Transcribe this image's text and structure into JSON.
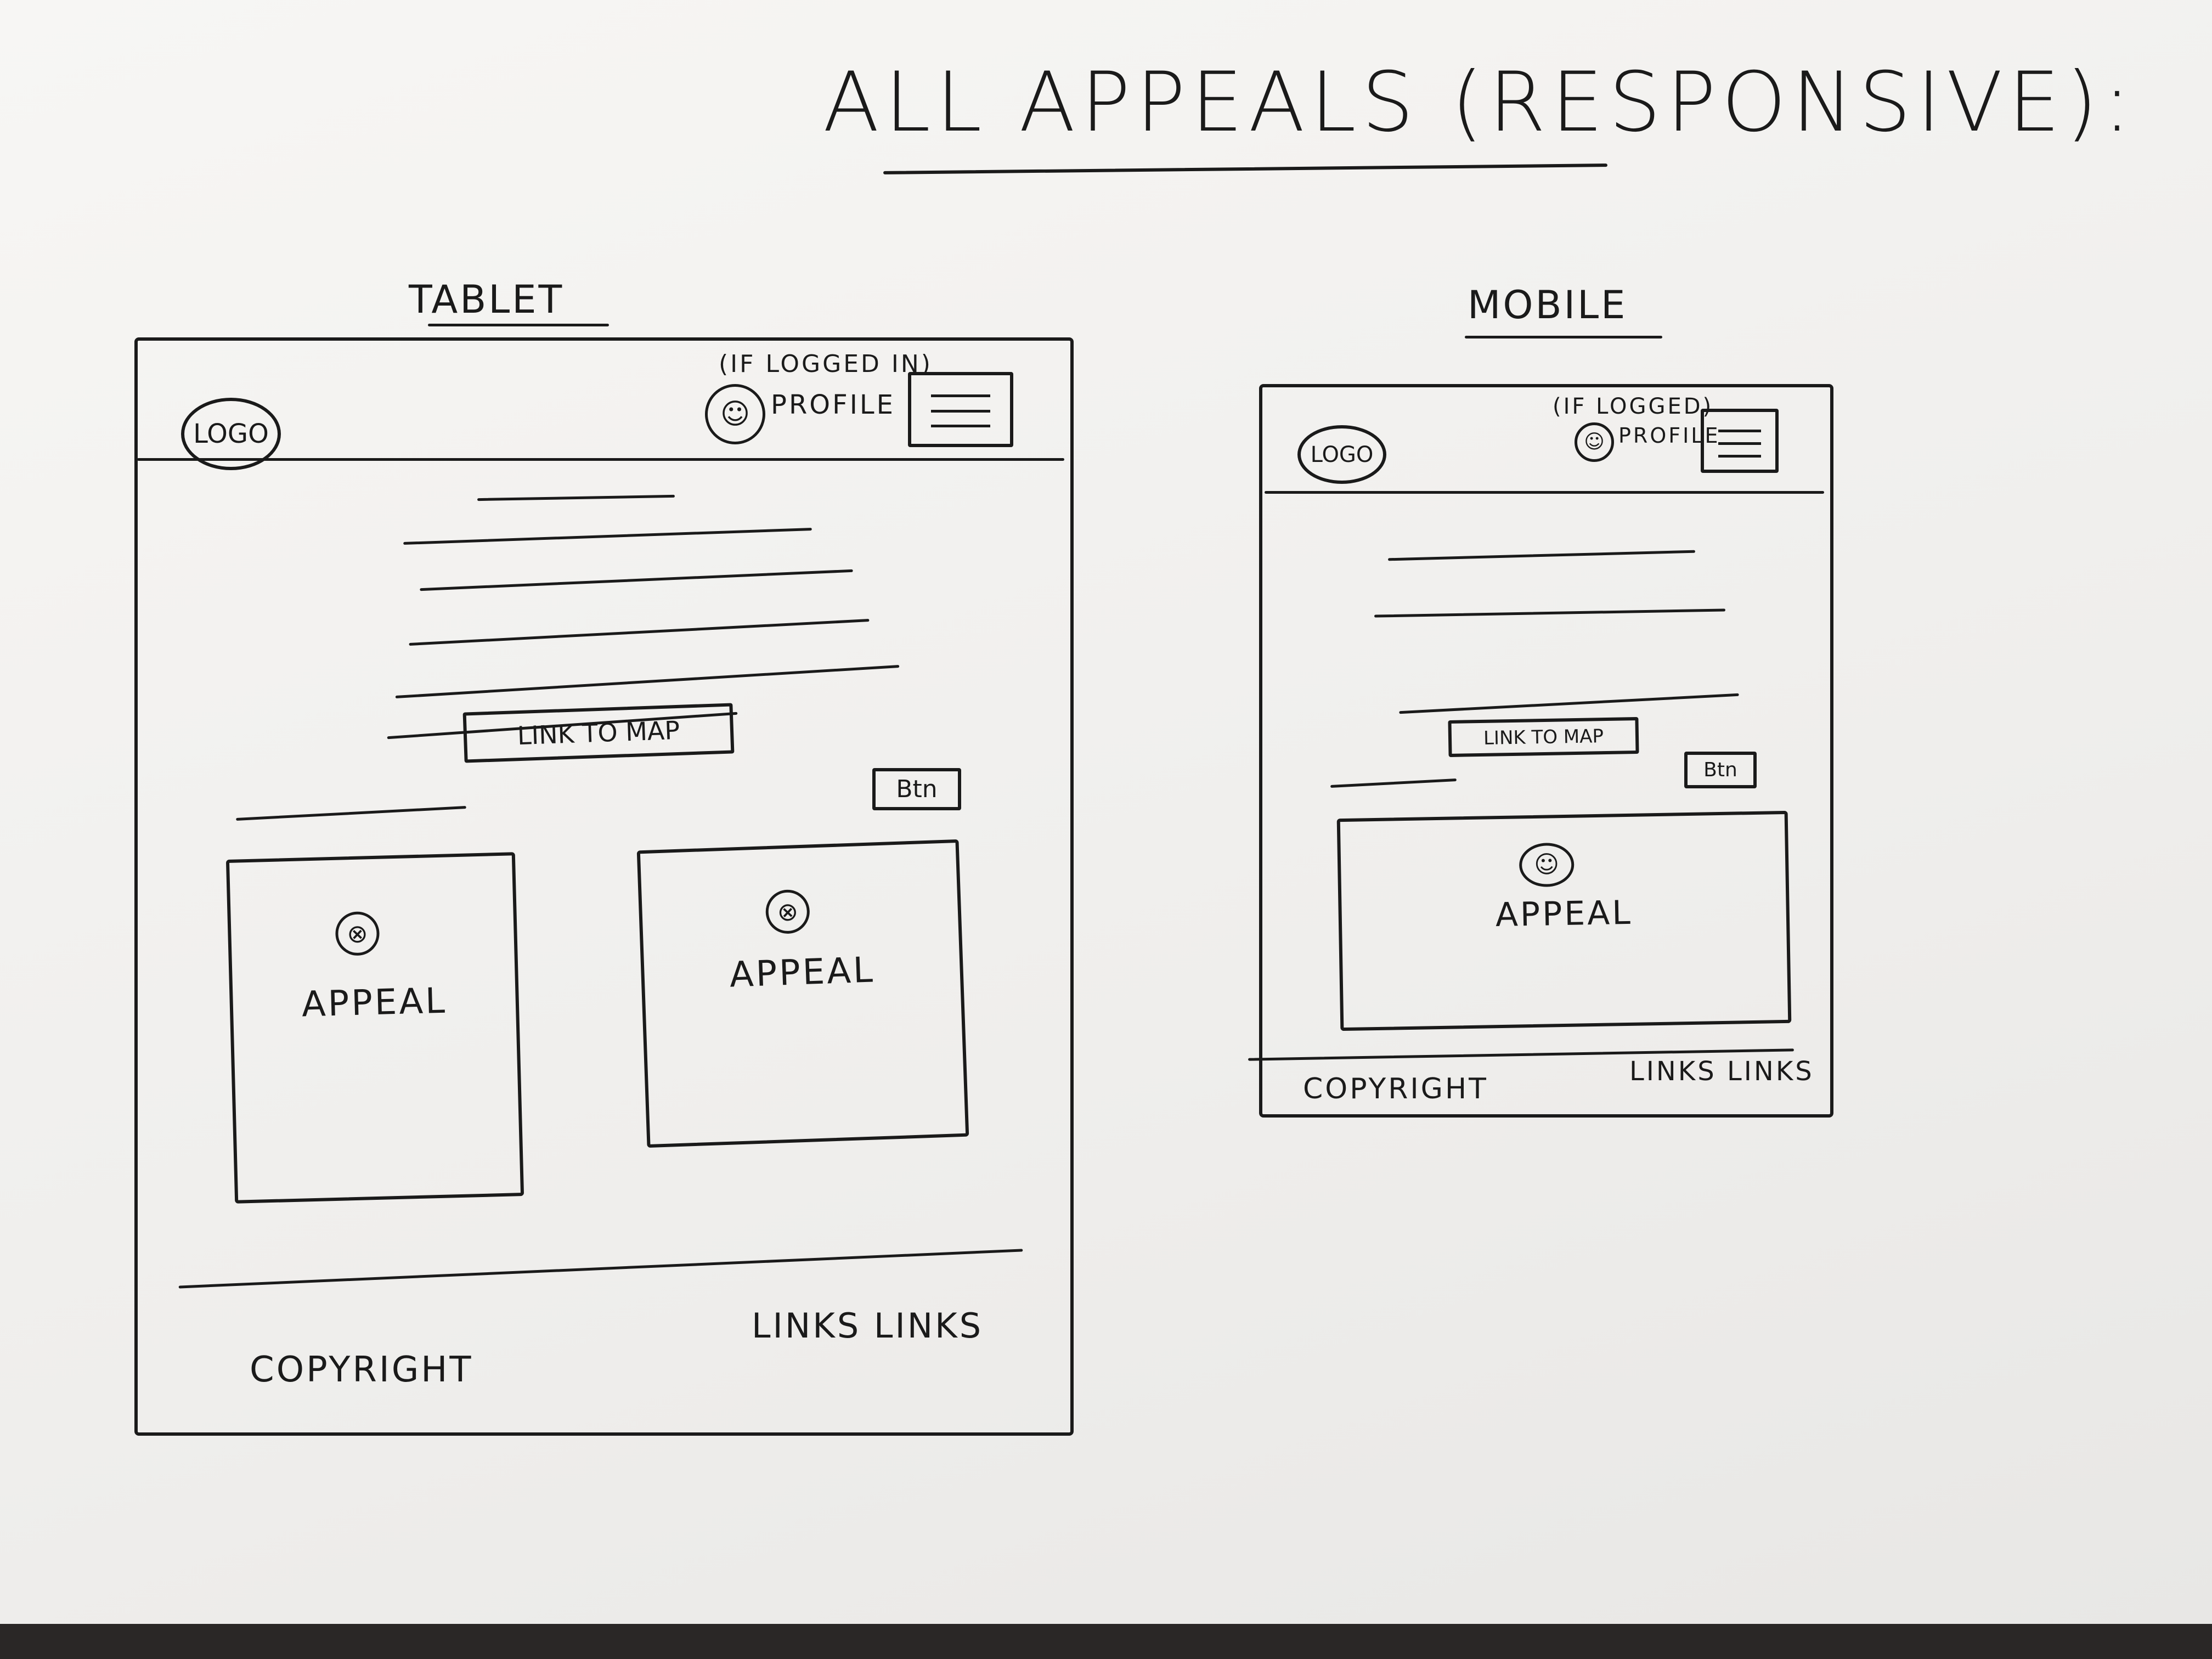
{
  "title": "ALL APPEALS (RESPONSIVE):",
  "tablet": {
    "label": "TABLET",
    "logo": "LOGO",
    "profile_note": "(IF LOGGED IN)",
    "profile_label": "PROFILE",
    "link_to_map": "LINK TO MAP",
    "btn": "Btn",
    "cards": [
      {
        "label": "APPEAL"
      },
      {
        "label": "APPEAL"
      }
    ],
    "footer_copyright": "COPYRIGHT",
    "footer_links": "LINKS LINKS"
  },
  "mobile": {
    "label": "MOBILE",
    "logo": "LOGO",
    "profile_note": "(IF LOGGED)",
    "profile_label": "PROFILE",
    "link_to_map": "LINK TO MAP",
    "btn": "Btn",
    "cards": [
      {
        "label": "APPEAL"
      }
    ],
    "footer_copyright": "COPYRIGHT",
    "footer_links": "LINKS LINKS"
  }
}
